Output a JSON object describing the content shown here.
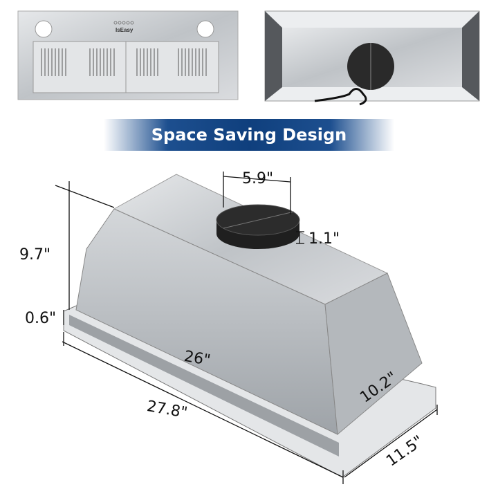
{
  "product_views": {
    "front_view": {
      "brand": "IsEasy"
    },
    "back_view": {}
  },
  "banner": {
    "title": "Space Saving Design"
  },
  "dimensions": {
    "duct_diameter": "5.9\"",
    "duct_height": "1.1\"",
    "body_height": "9.7\"",
    "flange_height": "0.6\"",
    "body_width": "26\"",
    "overall_width": "27.8\"",
    "body_depth": "10.2\"",
    "overall_depth": "11.5\""
  },
  "colors": {
    "banner": "#0f3f7d",
    "steel": "#c9ccd0"
  }
}
